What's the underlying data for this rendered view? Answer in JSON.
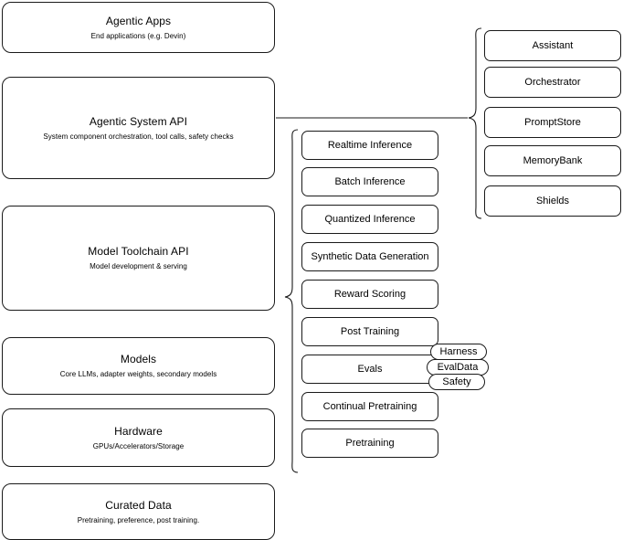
{
  "diagram": {
    "title": "AI stack layered architecture diagram",
    "stroke_color": "#1a1a1a",
    "background_color": "#ffffff"
  },
  "layers": [
    {
      "id": "agentic-apps",
      "title": "Agentic Apps",
      "subtitle": "End applications (e.g. Devin)"
    },
    {
      "id": "agentic-system-api",
      "title": "Agentic System API",
      "subtitle": "System component orchestration, tool calls, safety checks"
    },
    {
      "id": "model-toolchain-api",
      "title": "Model Toolchain API",
      "subtitle": "Model development & serving"
    },
    {
      "id": "models",
      "title": "Models",
      "subtitle": "Core LLMs, adapter weights, secondary models"
    },
    {
      "id": "hardware",
      "title": "Hardware",
      "subtitle": "GPUs/Accelerators/Storage"
    },
    {
      "id": "curated-data",
      "title": "Curated Data",
      "subtitle": "Pretraining, preference, post training."
    }
  ],
  "toolchain_capabilities": [
    {
      "id": "realtime-inference",
      "label": "Realtime Inference"
    },
    {
      "id": "batch-inference",
      "label": "Batch Inference"
    },
    {
      "id": "quantized-inference",
      "label": "Quantized Inference"
    },
    {
      "id": "synthetic-data-generation",
      "label": "Synthetic Data Generation"
    },
    {
      "id": "reward-scoring",
      "label": "Reward Scoring"
    },
    {
      "id": "post-training",
      "label": "Post Training"
    },
    {
      "id": "evals",
      "label": "Evals"
    },
    {
      "id": "continual-pretraining",
      "label": "Continual Pretraining"
    },
    {
      "id": "pretraining",
      "label": "Pretraining"
    }
  ],
  "system_components": [
    {
      "id": "assistant",
      "label": "Assistant"
    },
    {
      "id": "orchestrator",
      "label": "Orchestrator"
    },
    {
      "id": "promptstore",
      "label": "PromptStore"
    },
    {
      "id": "memorybank",
      "label": "MemoryBank"
    },
    {
      "id": "shields",
      "label": "Shields"
    }
  ],
  "eval_tags": [
    {
      "id": "harness",
      "label": "Harness"
    },
    {
      "id": "evaldata",
      "label": "EvalData"
    },
    {
      "id": "safety",
      "label": "Safety"
    }
  ]
}
